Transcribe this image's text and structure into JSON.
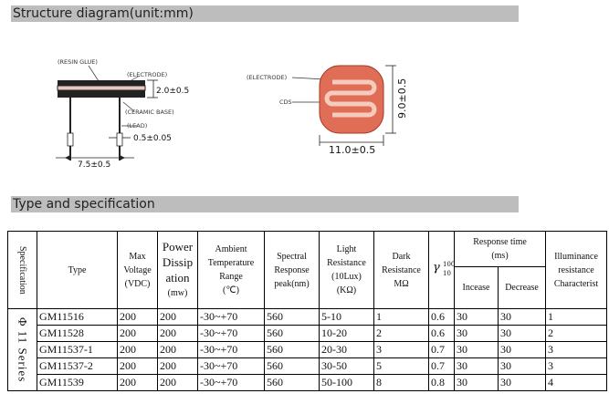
{
  "section1": {
    "title": "Structure diagram(unit:mm)"
  },
  "section2": {
    "title": "Type and specification"
  },
  "diagram_left": {
    "labels": {
      "resin_glue": "(RESIN GLUE)",
      "electrode": "(ELECTRODE)",
      "ceramic_base": "(CERAMIC BASE)",
      "lead": "(LEAD)",
      "height": "2.0±0.5",
      "lead_dia": "0.5±0.05",
      "pitch": "7.5±0.5"
    }
  },
  "diagram_right": {
    "labels": {
      "electrode": "(ELECTRODE)",
      "cds": "CDS",
      "width": "11.0±0.5",
      "height": "9.0±0.5"
    }
  },
  "table": {
    "headers": {
      "specification": "Specification",
      "type": "Type",
      "max_voltage": [
        "Max",
        "Voltage",
        "(VDC)"
      ],
      "power": [
        "Power",
        "Dissip",
        "ation",
        "(mw)"
      ],
      "ambient": [
        "Ambient",
        "Temperature",
        "Range",
        "(℃)"
      ],
      "spectral": [
        "Spectral",
        "Response",
        "peak(nm)"
      ],
      "light": [
        "Light",
        "Resistance",
        "(10Lux)",
        "(KΩ)"
      ],
      "dark": [
        "Dark",
        "Resistance",
        "MΩ"
      ],
      "gamma": {
        "symbol": "γ",
        "sup": "100",
        "sub": "10"
      },
      "response_time": [
        "Response time",
        "(ms)"
      ],
      "increase": "Incease",
      "decrease": "Decrease",
      "illuminance": [
        "Illuminance",
        "resistance",
        "Characterist"
      ]
    },
    "series_label": "Φ 11 Series",
    "rows": [
      {
        "type": "GM11516",
        "voltage": "200",
        "power": "200",
        "temp": "-30~+70",
        "spectral": "560",
        "light": "5-10",
        "dark": "1",
        "gamma": "0.6",
        "inc": "30",
        "dec": "30",
        "char": "1"
      },
      {
        "type": "GM11528",
        "voltage": "200",
        "power": "200",
        "temp": "-30~+70",
        "spectral": "560",
        "light": "10-20",
        "dark": "2",
        "gamma": "0.6",
        "inc": "30",
        "dec": "30",
        "char": "2"
      },
      {
        "type": "GM11537-1",
        "voltage": "200",
        "power": "200",
        "temp": "-30~+70",
        "spectral": "560",
        "light": "20-30",
        "dark": "3",
        "gamma": "0.7",
        "inc": "30",
        "dec": "30",
        "char": "3"
      },
      {
        "type": "GM11537-2",
        "voltage": "200",
        "power": "200",
        "temp": "-30~+70",
        "spectral": "560",
        "light": "30-50",
        "dark": "5",
        "gamma": "0.7",
        "inc": "30",
        "dec": "30",
        "char": "3"
      },
      {
        "type": "GM11539",
        "voltage": "200",
        "power": "200",
        "temp": "-30~+70",
        "spectral": "560",
        "light": "50-100",
        "dark": "8",
        "gamma": "0.8",
        "inc": "30",
        "dec": "30",
        "char": "4"
      }
    ]
  },
  "colors": {
    "bar": "#bdbdbd",
    "resistor_body": "#e06d55",
    "cds_track": "#c03a2a"
  }
}
